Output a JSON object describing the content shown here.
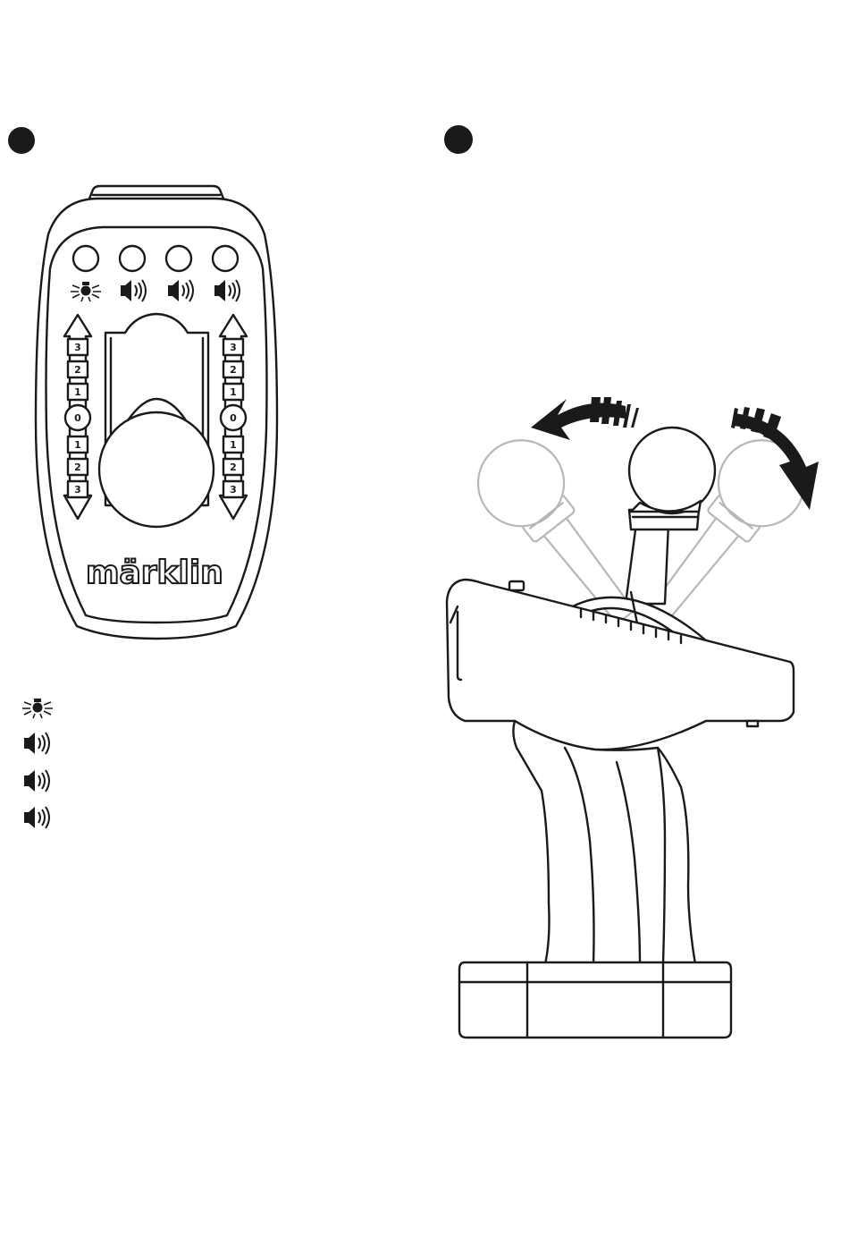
{
  "brand_logo": "märklin",
  "speed_scale": {
    "forward": [
      "3",
      "2",
      "1"
    ],
    "neutral": "0",
    "reverse": [
      "1",
      "2",
      "3"
    ]
  },
  "function_buttons": [
    {
      "icon": "light-icon"
    },
    {
      "icon": "sound-icon"
    },
    {
      "icon": "sound-icon"
    },
    {
      "icon": "sound-icon"
    }
  ],
  "legend": [
    {
      "icon": "light-icon"
    },
    {
      "icon": "sound-icon"
    },
    {
      "icon": "sound-icon"
    },
    {
      "icon": "sound-icon"
    }
  ],
  "colors": {
    "line": "#1a1a1a",
    "ghost": "#b7b7b7",
    "background": "#ffffff"
  }
}
